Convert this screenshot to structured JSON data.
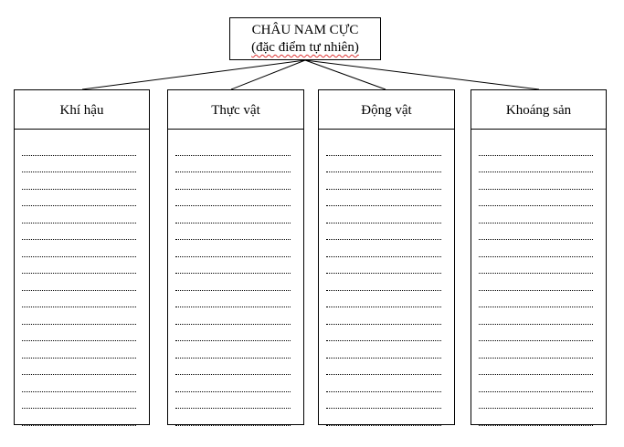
{
  "root": {
    "title": "CHÂU NAM CỰC",
    "subtitle": "(đặc điểm tự nhiên)"
  },
  "branches": [
    {
      "label": "Khí hậu"
    },
    {
      "label": "Thực vật"
    },
    {
      "label": "Động vật"
    },
    {
      "label": "Khoáng sản"
    }
  ]
}
